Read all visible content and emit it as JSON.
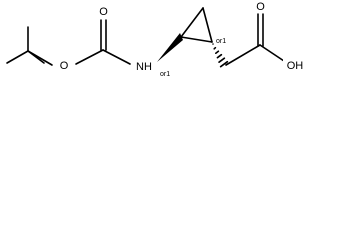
{
  "molecule": {
    "atoms": {
      "carbamate_o_top": "O",
      "ester_o": "O",
      "nh": "NH",
      "acid_o_top": "O",
      "oh": "OH"
    },
    "stereo_labels": {
      "c1": "or1",
      "c2": "or1"
    }
  }
}
